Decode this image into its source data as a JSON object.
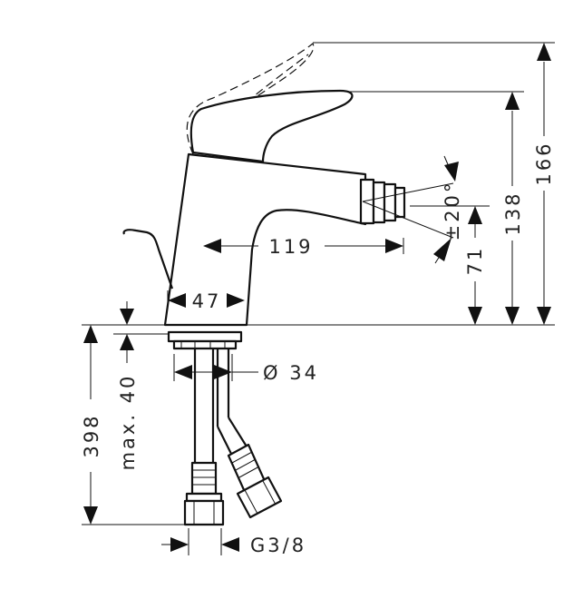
{
  "dimensions": {
    "spout_reach": "119",
    "base_width": "47",
    "connection_diameter": "Ø 34",
    "total_height": "166",
    "lever_height": "138",
    "spout_height": "71",
    "swivel_angle": "±20°",
    "hose_length": "398",
    "max_mounting": "max. 40",
    "thread": "G3/8"
  }
}
